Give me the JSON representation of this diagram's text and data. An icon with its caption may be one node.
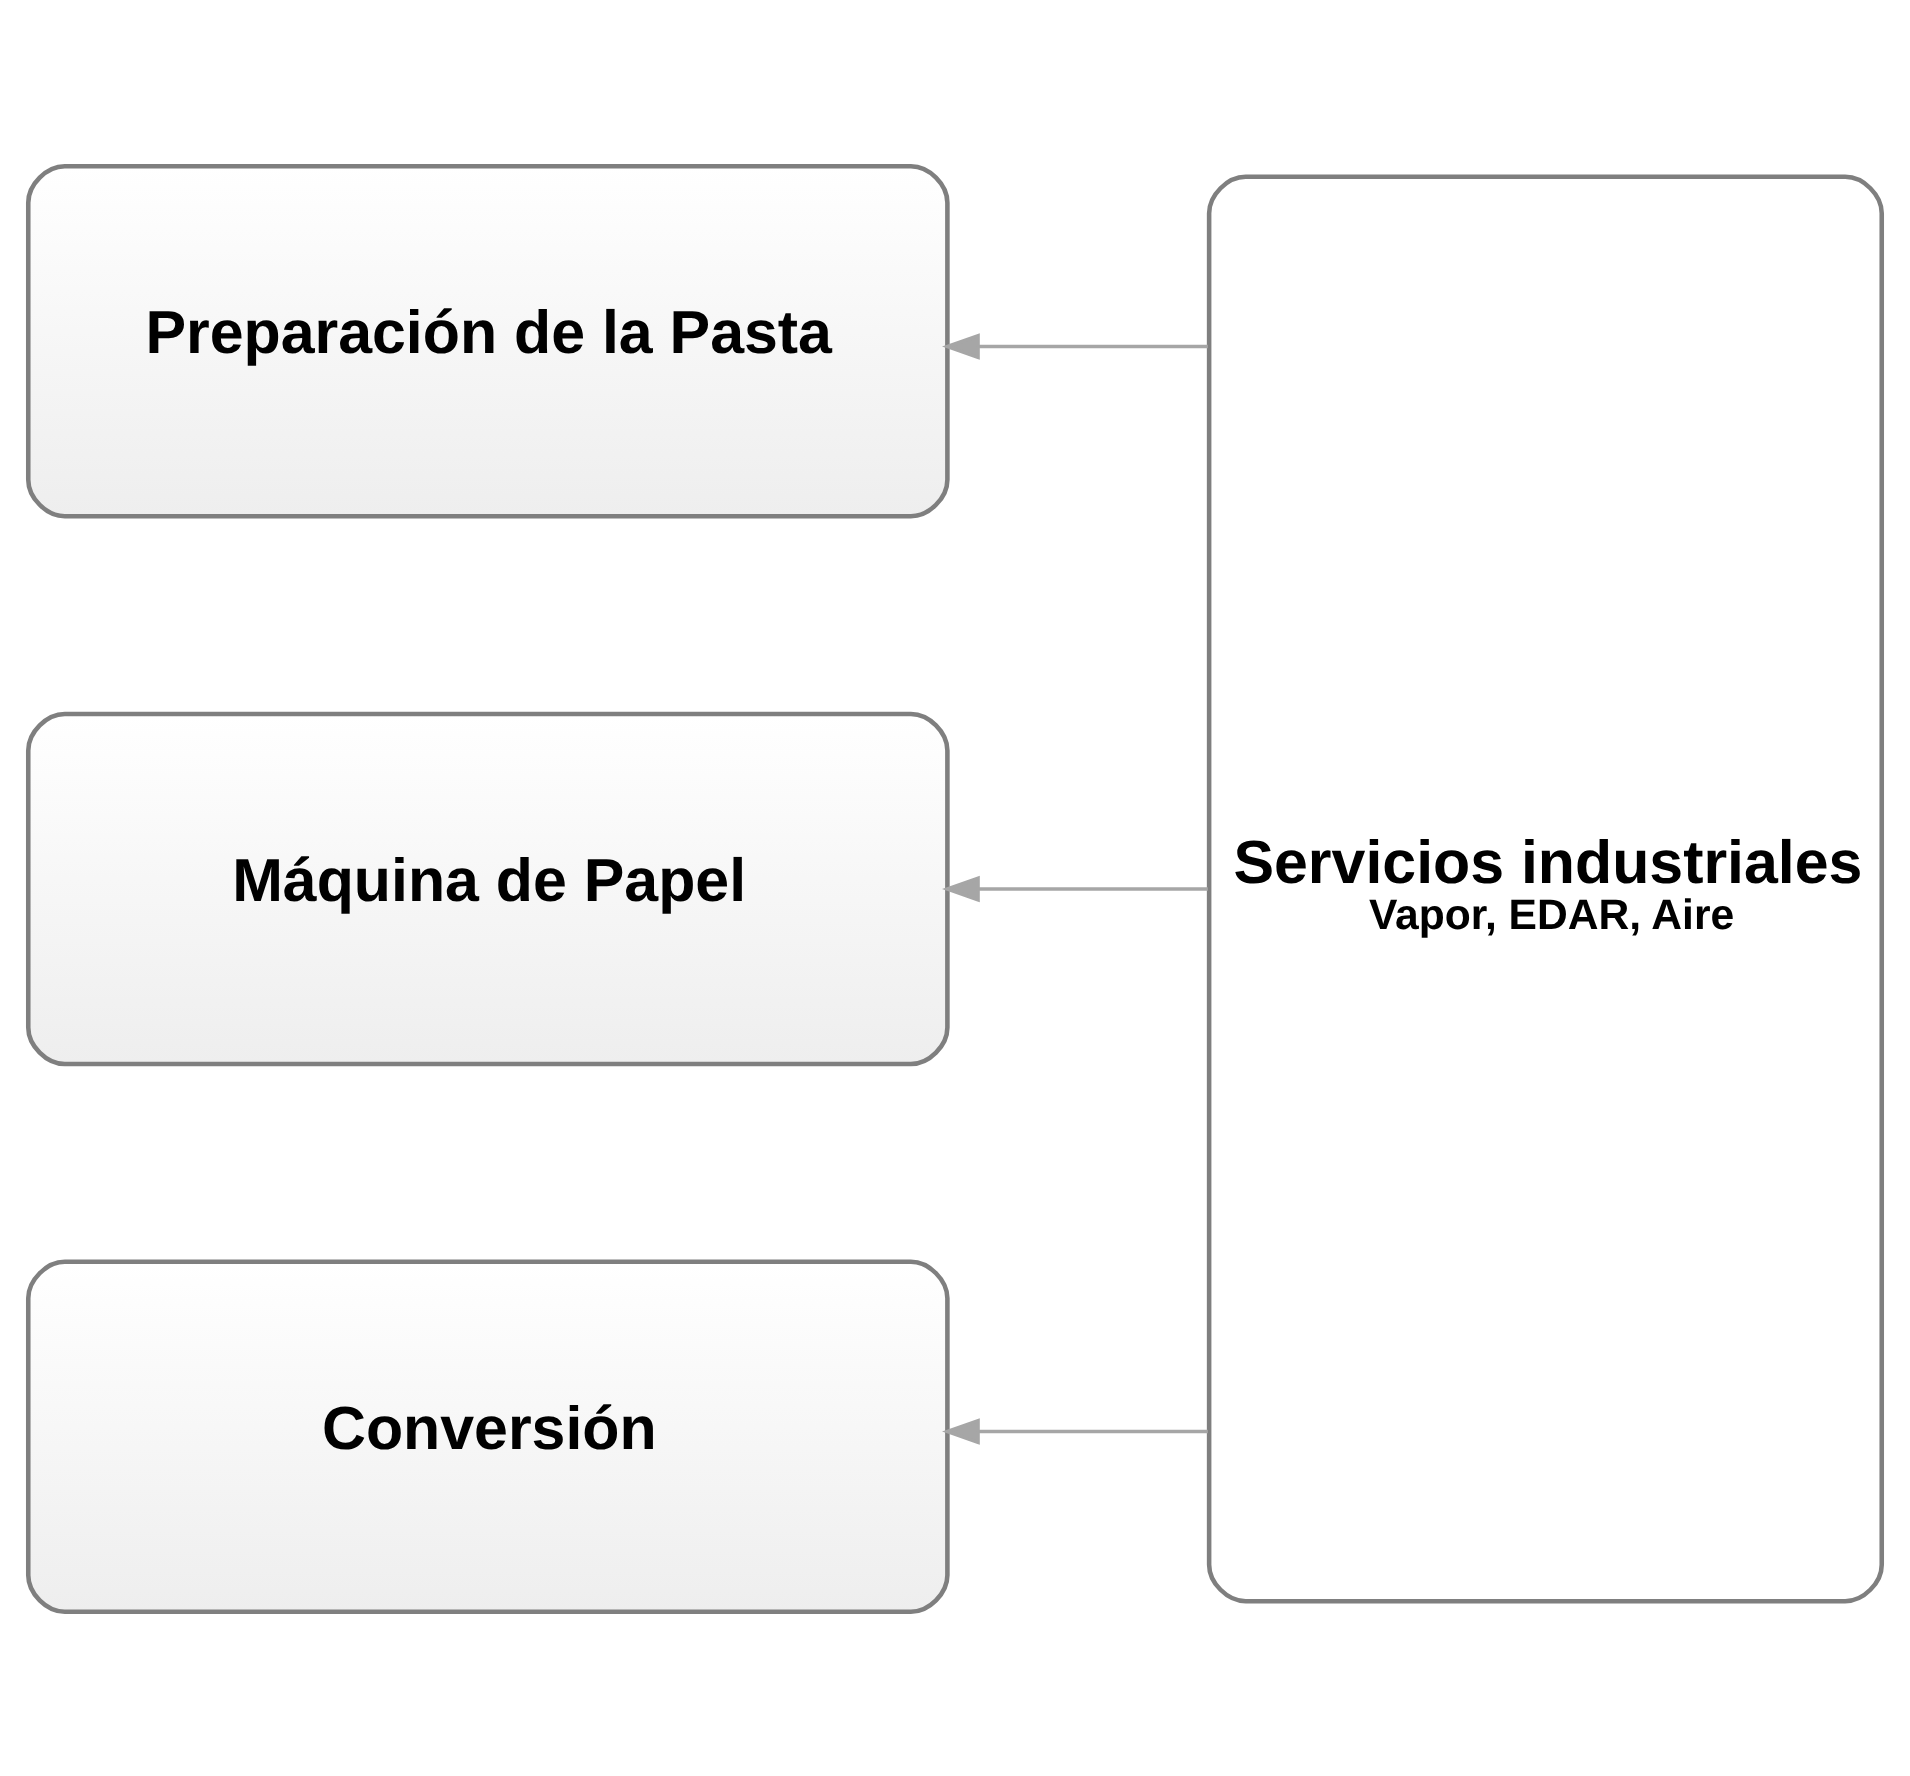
{
  "diagram": {
    "nodes": [
      {
        "text": [
          "Preparación de la Pasta"
        ]
      },
      {
        "text": [
          "Máquina de Papel"
        ]
      },
      {
        "text": [
          "Conversión"
        ]
      },
      {
        "text": [
          "Servicios industriales",
          "Vapor, EDAR, Aire"
        ]
      }
    ],
    "edges": [
      {
        "from": 3,
        "to": 0,
        "arrow": "to"
      },
      {
        "from": 3,
        "to": 1,
        "arrow": "to"
      },
      {
        "from": 3,
        "to": 2,
        "arrow": "to"
      }
    ]
  }
}
